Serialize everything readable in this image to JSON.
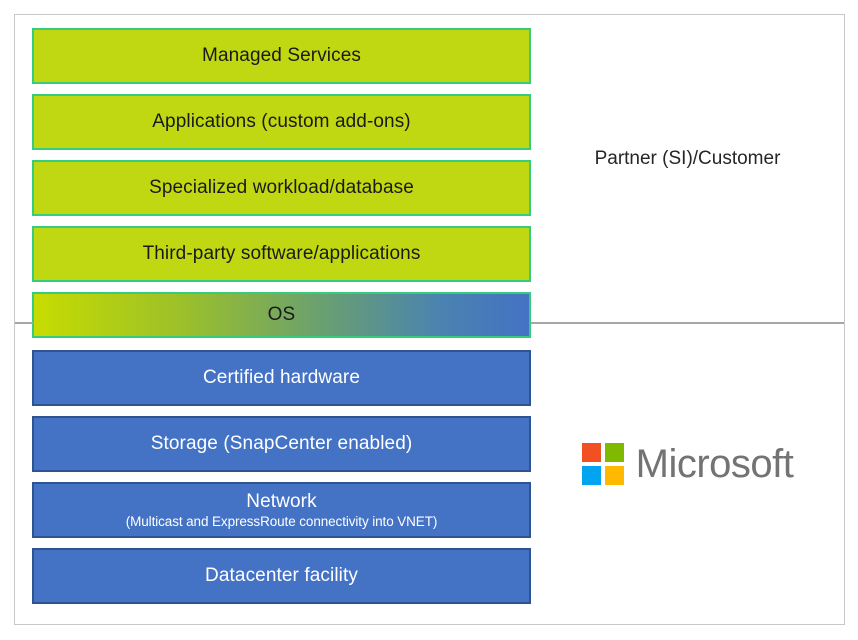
{
  "diagram": {
    "upper_section_label": "Partner (SI)/Customer",
    "colors": {
      "green_fill": "#C0D812",
      "green_border": "#35CC7E",
      "blue_fill": "#4472C4",
      "blue_border": "#2D5390",
      "frame_border": "#C8C8C8",
      "divider": "#A6A6A6",
      "os_gradient_start": "#C7DC00",
      "os_gradient_end": "#4472C4"
    },
    "upper_layers": [
      {
        "label": "Managed Services",
        "sublabel": "",
        "style": "green"
      },
      {
        "label": "Applications (custom add-ons)",
        "sublabel": "",
        "style": "green"
      },
      {
        "label": "Specialized workload/database",
        "sublabel": "",
        "style": "green"
      },
      {
        "label": "Third-party software/applications",
        "sublabel": "",
        "style": "green"
      }
    ],
    "os_layer": {
      "label": "OS",
      "sublabel": "",
      "style": "gradient"
    },
    "lower_layers": [
      {
        "label": "Certified hardware",
        "sublabel": "",
        "style": "blue"
      },
      {
        "label": "Storage (SnapCenter enabled)",
        "sublabel": "",
        "style": "blue"
      },
      {
        "label": "Network",
        "sublabel": "(Multicast and ExpressRoute connectivity into VNET)",
        "style": "blue"
      },
      {
        "label": "Datacenter facility",
        "sublabel": "",
        "style": "blue"
      }
    ],
    "brand": {
      "name": "Microsoft",
      "squares": [
        {
          "name": "red-square",
          "color": "#F25022"
        },
        {
          "name": "green-square",
          "color": "#7FBA00"
        },
        {
          "name": "blue-square",
          "color": "#00A4EF"
        },
        {
          "name": "yellow-square",
          "color": "#FFB900"
        }
      ]
    }
  }
}
